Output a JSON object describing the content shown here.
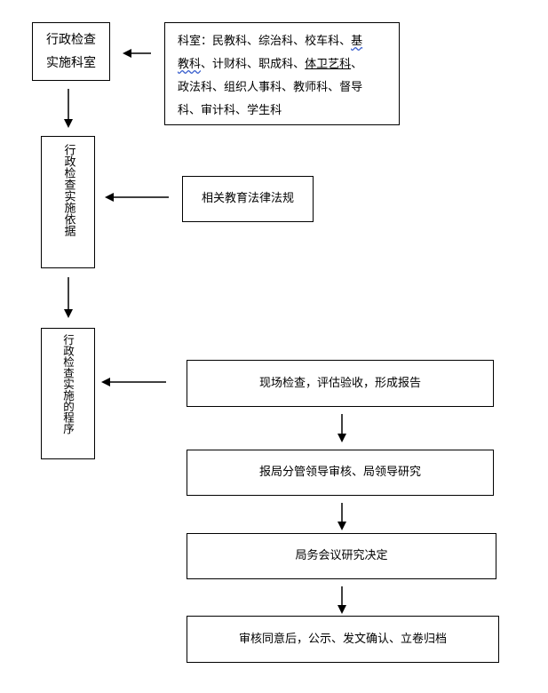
{
  "top_left": {
    "line1": "行政检查",
    "line2": "实施科室"
  },
  "departments": {
    "prefix": "科室：",
    "items": [
      "民教科",
      "、",
      "综治科",
      "、",
      "校车科",
      "、",
      "基",
      "教科",
      "、",
      "计财科",
      "、",
      "职成科",
      "、",
      "体卫艺科",
      "、",
      "政法科",
      "、",
      "组织人事科",
      "、",
      "教师科",
      "、",
      "督导",
      "科",
      "、",
      "审计科",
      "、",
      "学生科"
    ]
  },
  "basis": {
    "label": "行政检查实施依据",
    "source": "相关教育法律法规"
  },
  "procedure": {
    "label": "行政检查实施的程序",
    "steps": [
      "现场检查，评估验收，形成报告",
      "报局分管领导审核、局领导研究",
      "局务会议研究决定",
      "审核同意后，公示、发文确认、立卷归档"
    ]
  }
}
